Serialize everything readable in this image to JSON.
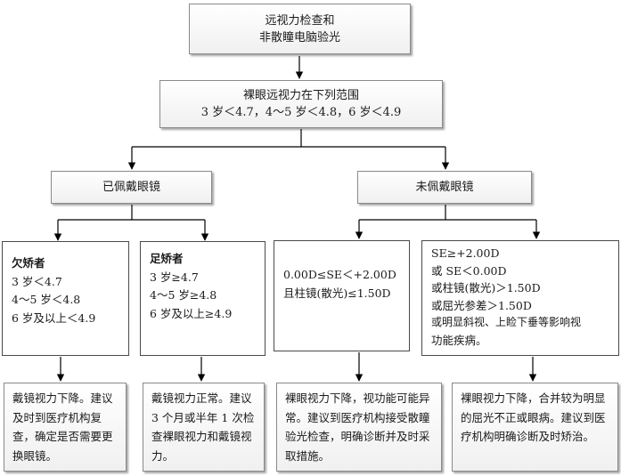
{
  "top_box": {
    "line1": "远视力检查和",
    "line2": "非散瞳电脑验光"
  },
  "range_box": {
    "line1": "裸眼远视力在下列范围",
    "line2": "3 岁＜4.7，4～5 岁＜4.8，6 岁＜4.9"
  },
  "worn_box": {
    "label": "已佩戴眼镜"
  },
  "not_worn_box": {
    "label": "未佩戴眼镜"
  },
  "under_box": {
    "title": "欠矫者",
    "lines": [
      "3 岁＜4.7",
      "4～5 岁＜4.8",
      "6 岁及以上＜4.9"
    ]
  },
  "full_box": {
    "title": "足矫者",
    "lines": [
      "3 岁≥4.7",
      "4～5 岁≥4.8",
      "6 岁及以上≥4.9"
    ]
  },
  "range_normal_box": {
    "lines": [
      "0.00D≤SE＜+2.00D",
      "且柱镜(散光)≤1.50D"
    ]
  },
  "range_abnormal_box": {
    "lines": [
      "SE≥+2.00D",
      "或 SE＜0.00D",
      "或柱镜(散光)＞1.50D",
      "或屈光参差＞1.50D",
      "或明显斜视、上睑下垂等影响视",
      "功能疾病。"
    ]
  },
  "outcome_1": "戴镜视力下降。建议及时到医疗机构复查，确定是否需要更换眼镜。",
  "outcome_2": "戴镜视力正常。建议 3 个月或半年 1 次检查裸眼视力和戴镜视力。",
  "outcome_3": "裸眼视力下降，视功能可能异常。建议到医疗机构接受散瞳验光检查，明确诊断并及时采取措施。",
  "outcome_4": "裸眼视力下降，合并较为明显的屈光不正或眼病。建议到医疗机构明确诊断及时矫治。",
  "colors": {
    "line": "#000000",
    "box_border": "#4a4a4a",
    "shaded_border": "#8a8a8a"
  }
}
